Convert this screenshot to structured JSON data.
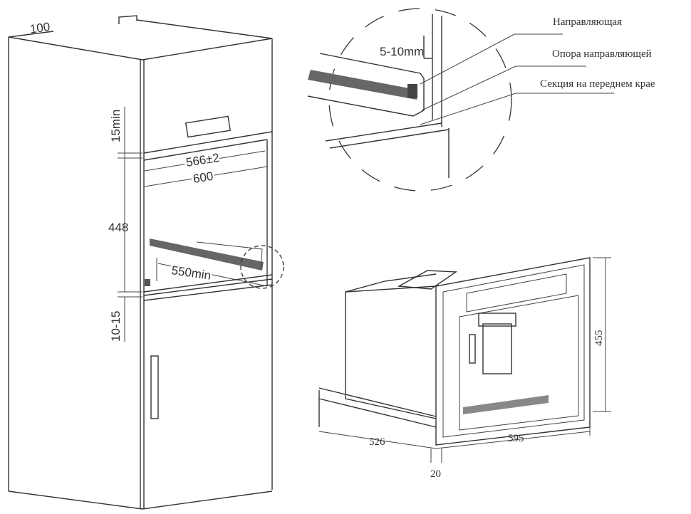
{
  "cabinet_dimensions": {
    "top_offset": "100",
    "gap_top": "15min",
    "niche_height": "448",
    "gap_bottom": "10-15",
    "inner_width": "566±2",
    "outer_width": "600",
    "depth": "550min"
  },
  "detail_view": {
    "gap": "5-10mm",
    "labels": [
      "Направляющая",
      "Опора направляющей",
      "Секция на переднем крае"
    ]
  },
  "appliance_dimensions": {
    "height": "455",
    "depth": "526",
    "width": "595",
    "front_frame": "20"
  }
}
